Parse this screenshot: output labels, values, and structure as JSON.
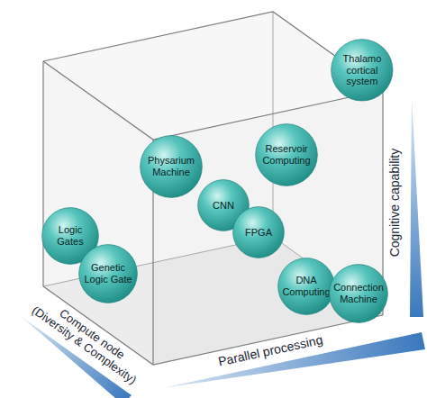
{
  "diagram": {
    "nodes": [
      {
        "text": [
          "Thalamo cortical system"
        ]
      },
      {
        "text": [
          "Physarium Machine"
        ]
      },
      {
        "text": [
          "Reservoir Computing"
        ]
      },
      {
        "text": [
          "CNN"
        ]
      },
      {
        "text": [
          "FPGA"
        ]
      },
      {
        "text": [
          "Logic Gates"
        ]
      },
      {
        "text": [
          "Genetic Logic Gate"
        ]
      },
      {
        "text": [
          "DNA Computing"
        ]
      },
      {
        "text": [
          "Connection Machine"
        ]
      }
    ],
    "labels": [
      "Compute node (Diversity & Complexity)",
      "Parallel processing",
      "Cognitive capability"
    ]
  }
}
